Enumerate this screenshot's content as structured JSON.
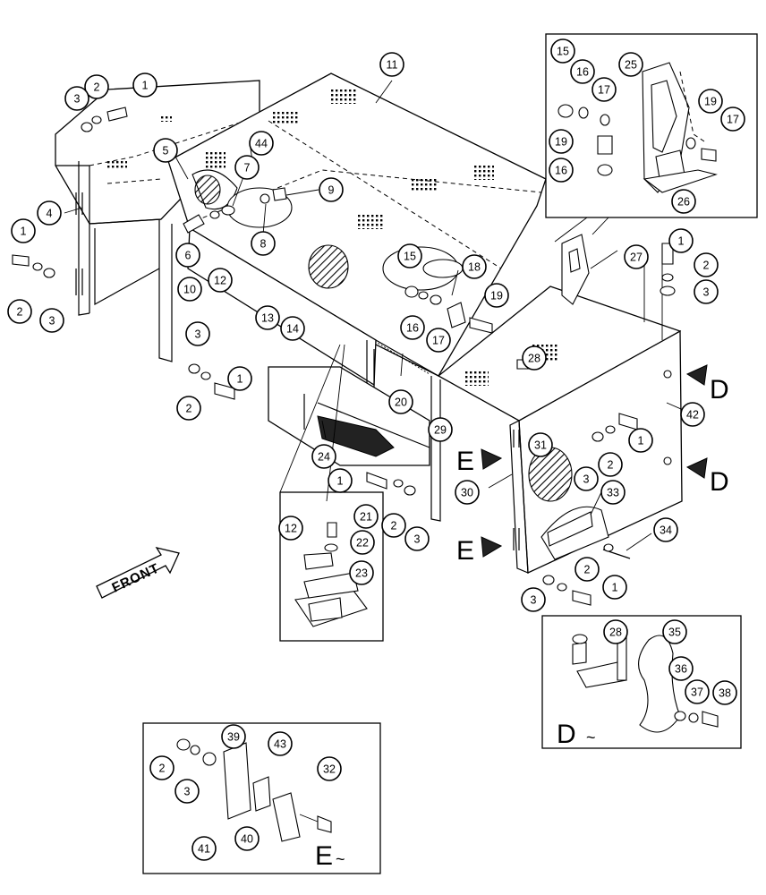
{
  "callouts": [
    {
      "label": "1"
    },
    {
      "label": "2"
    },
    {
      "label": "3"
    },
    {
      "label": "4"
    },
    {
      "label": "1"
    },
    {
      "label": "2"
    },
    {
      "label": "3"
    },
    {
      "label": "5"
    },
    {
      "label": "44"
    },
    {
      "label": "7"
    },
    {
      "label": "9"
    },
    {
      "label": "8"
    },
    {
      "label": "6"
    },
    {
      "label": "10"
    },
    {
      "label": "12"
    },
    {
      "label": "13"
    },
    {
      "label": "14"
    },
    {
      "label": "11"
    },
    {
      "label": "15"
    },
    {
      "label": "16"
    },
    {
      "label": "17"
    },
    {
      "label": "18"
    },
    {
      "label": "19"
    },
    {
      "label": "3"
    },
    {
      "label": "2"
    },
    {
      "label": "1"
    },
    {
      "label": "20"
    },
    {
      "label": "24"
    },
    {
      "label": "29"
    },
    {
      "label": "1"
    },
    {
      "label": "2"
    },
    {
      "label": "3"
    },
    {
      "label": "15"
    },
    {
      "label": "16"
    },
    {
      "label": "17"
    },
    {
      "label": "25"
    },
    {
      "label": "19"
    },
    {
      "label": "17"
    },
    {
      "label": "19"
    },
    {
      "label": "16"
    },
    {
      "label": "26"
    },
    {
      "label": "27"
    },
    {
      "label": "1"
    },
    {
      "label": "2"
    },
    {
      "label": "3"
    },
    {
      "label": "28"
    },
    {
      "label": "42"
    },
    {
      "label": "31"
    },
    {
      "label": "3"
    },
    {
      "label": "2"
    },
    {
      "label": "1"
    },
    {
      "label": "30"
    },
    {
      "label": "33"
    },
    {
      "label": "34"
    },
    {
      "label": "2"
    },
    {
      "label": "3"
    },
    {
      "label": "1"
    },
    {
      "label": "12"
    },
    {
      "label": "21"
    },
    {
      "label": "22"
    },
    {
      "label": "23"
    },
    {
      "label": "28"
    },
    {
      "label": "35"
    },
    {
      "label": "36"
    },
    {
      "label": "37"
    },
    {
      "label": "38"
    },
    {
      "label": "39"
    },
    {
      "label": "2"
    },
    {
      "label": "3"
    },
    {
      "label": "43"
    },
    {
      "label": "32"
    },
    {
      "label": "40"
    },
    {
      "label": "41"
    }
  ],
  "view_marks": {
    "d_top": "D",
    "d_side": "D",
    "e_upper": "E",
    "e_lower": "E",
    "inset_d": "D",
    "inset_e": "E"
  },
  "front_label": "FRONT",
  "colors": {
    "ink": "#000000",
    "paper": "#ffffff"
  }
}
